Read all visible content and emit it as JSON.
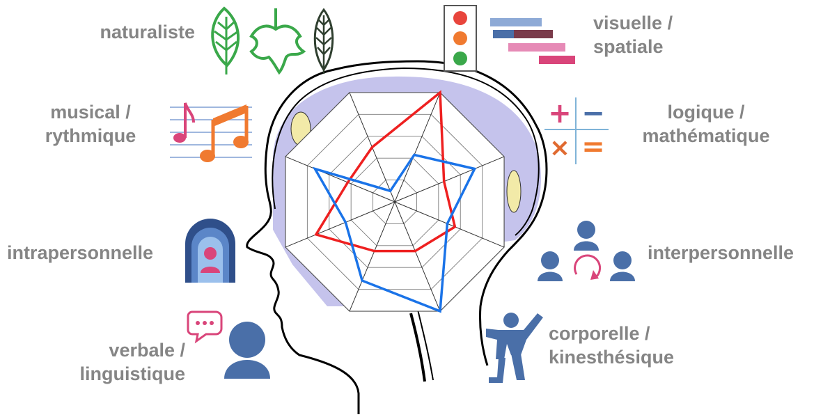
{
  "colors": {
    "label": "#858585",
    "head_outline": "#000000",
    "brain_fill": "#c5c3ec",
    "brain_spots": "#f2eaa8",
    "web": "#7a7a7a",
    "profile_red": "#ee2020",
    "profile_blue": "#1a73e8",
    "leaf_green": "#3aa84a",
    "leaf_dark": "#2f3f2f",
    "person_blue": "#4a6fa8",
    "pink": "#d9457a",
    "orange": "#f07a30"
  },
  "labels": {
    "naturaliste": "naturaliste",
    "visuelle": [
      "visuelle /",
      "spatiale"
    ],
    "musical": [
      "musical /",
      "rythmique"
    ],
    "logique": [
      "logique /",
      "mathématique"
    ],
    "intrapersonnelle": "intrapersonnelle",
    "interpersonnelle": "interpersonnelle",
    "verbale": [
      "verbale /",
      "linguistique"
    ],
    "corporelle": [
      "corporelle /",
      "kinesthésique"
    ]
  },
  "icons": {
    "naturaliste": [
      "leaf-icon",
      "maple-leaf-icon",
      "fern-leaf-icon"
    ],
    "visuelle": [
      "traffic-light-icon",
      "gantt-bars-icon"
    ],
    "musical": "music-notes-icon",
    "logique": "math-operators-icon",
    "intrapersonnelle": "person-in-circles-icon",
    "interpersonnelle": "people-cycle-icon",
    "verbale": "person-speech-bubble-icon",
    "corporelle": "jumping-person-icon"
  },
  "logic_symbols": [
    "+",
    "−",
    "×",
    "="
  ],
  "chart_data": {
    "type": "radar",
    "axes": [
      "visuelle / spatiale",
      "logique / mathématique",
      "interpersonnelle",
      "corporelle / kinesthésique",
      "verbale / linguistique",
      "intrapersonnelle",
      "musical / rythmique",
      "naturaliste"
    ],
    "rings": 5,
    "series": [
      {
        "color": "#ee2020",
        "values": [
          1.0,
          0.45,
          0.55,
          0.45,
          0.45,
          0.72,
          0.43,
          0.5
        ]
      },
      {
        "color": "#1a73e8",
        "values": [
          0.43,
          0.73,
          0.48,
          1.0,
          0.72,
          0.45,
          0.73,
          0.1
        ]
      }
    ]
  }
}
